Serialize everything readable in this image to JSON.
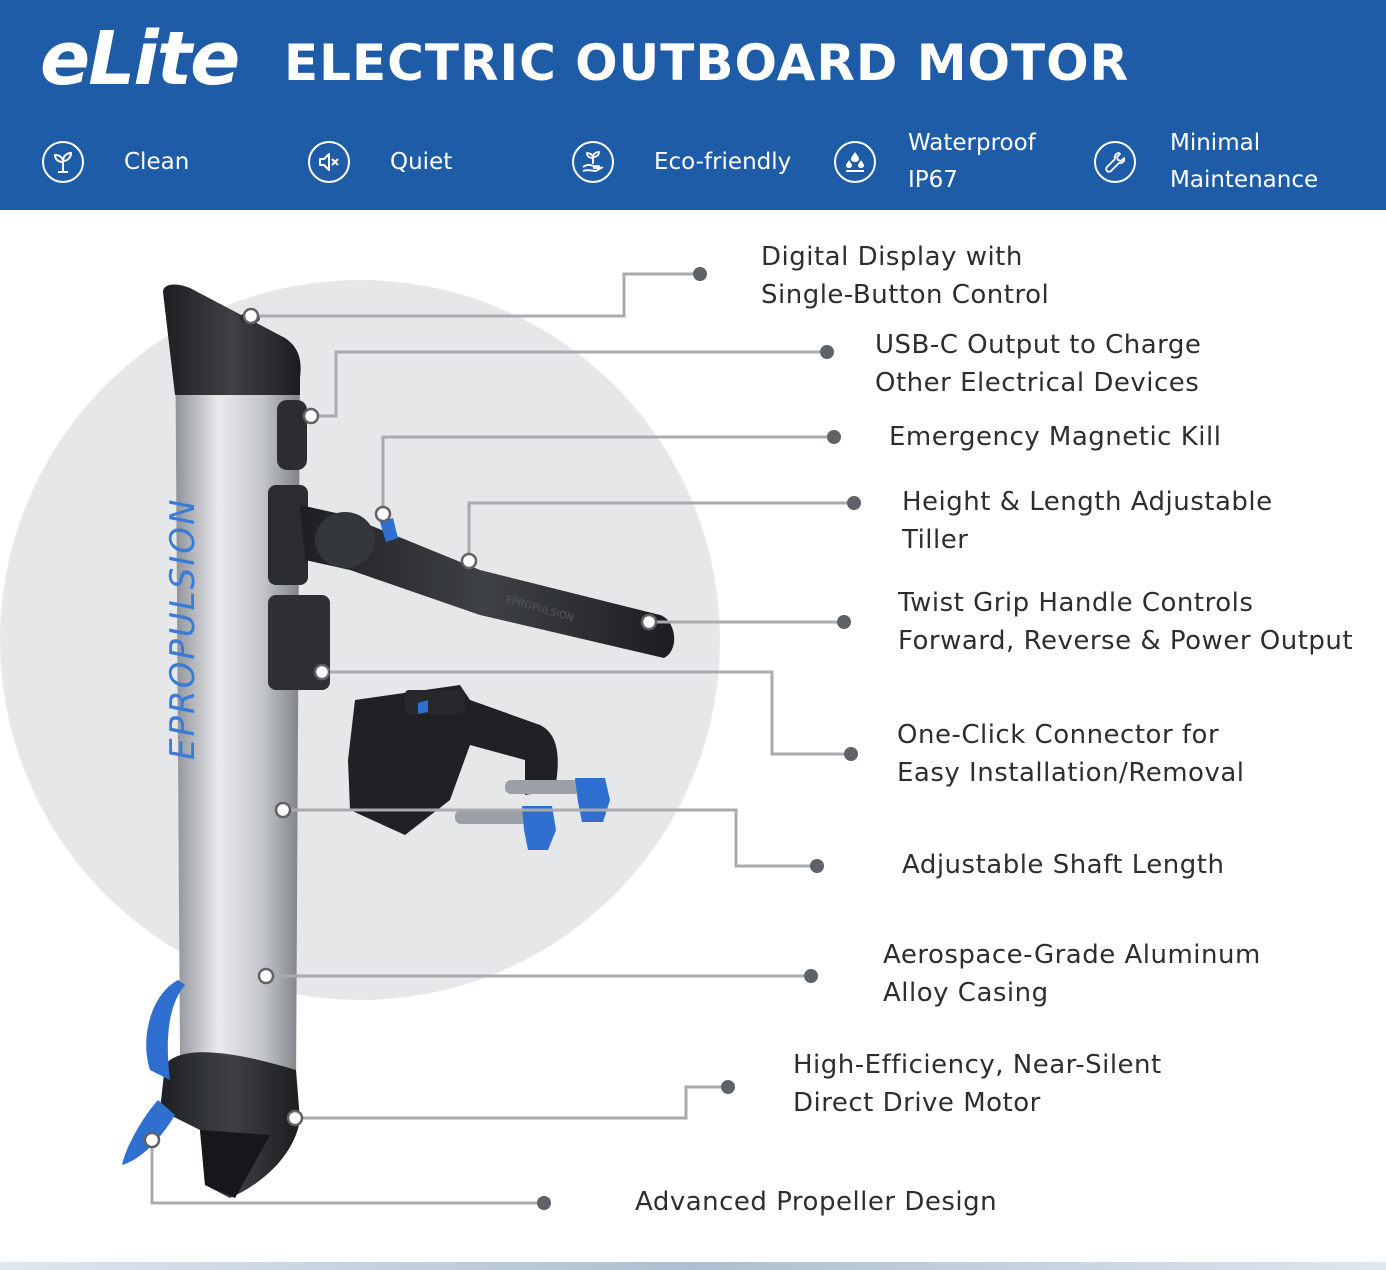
{
  "header": {
    "logo": "eLite",
    "title": "ELECTRIC OUTBOARD MOTOR",
    "features": [
      {
        "icon": "sprout-icon",
        "line1": "Clean",
        "line2": ""
      },
      {
        "icon": "speaker-mute-icon",
        "line1": "Quiet",
        "line2": ""
      },
      {
        "icon": "plant-in-hand-icon",
        "line1": "Eco-friendly",
        "line2": ""
      },
      {
        "icon": "water-drops-icon",
        "line1": "Waterproof",
        "line2": "IP67"
      },
      {
        "icon": "wrench-icon",
        "line1": "Minimal",
        "line2": "Maintenance"
      }
    ]
  },
  "product": {
    "shaft_brand_text": "EPROPULSION",
    "tiller_brand_text": "EPROPULSION",
    "colors": {
      "brand_blue": "#1f5ca8",
      "accent_blue": "#2f6fd0",
      "casing_silver": "#b9bcc0",
      "dark_gray": "#2f3236"
    }
  },
  "callouts": [
    {
      "line1": "Digital Display with",
      "line2": "Single-Button Control"
    },
    {
      "line1": "USB-C Output to Charge",
      "line2": "Other Electrical Devices"
    },
    {
      "line1": "Emergency Magnetic Kill",
      "line2": ""
    },
    {
      "line1": "Height & Length Adjustable",
      "line2": "Tiller"
    },
    {
      "line1": "Twist Grip Handle Controls",
      "line2": "Forward, Reverse & Power Output"
    },
    {
      "line1": "One-Click Connector for",
      "line2": "Easy Installation/Removal"
    },
    {
      "line1": "Adjustable Shaft Length",
      "line2": ""
    },
    {
      "line1": "Aerospace-Grade Aluminum",
      "line2": "Alloy Casing"
    },
    {
      "line1": "High-Efficiency, Near-Silent",
      "line2": "Direct Drive Motor"
    },
    {
      "line1": "Advanced Propeller Design",
      "line2": ""
    }
  ]
}
